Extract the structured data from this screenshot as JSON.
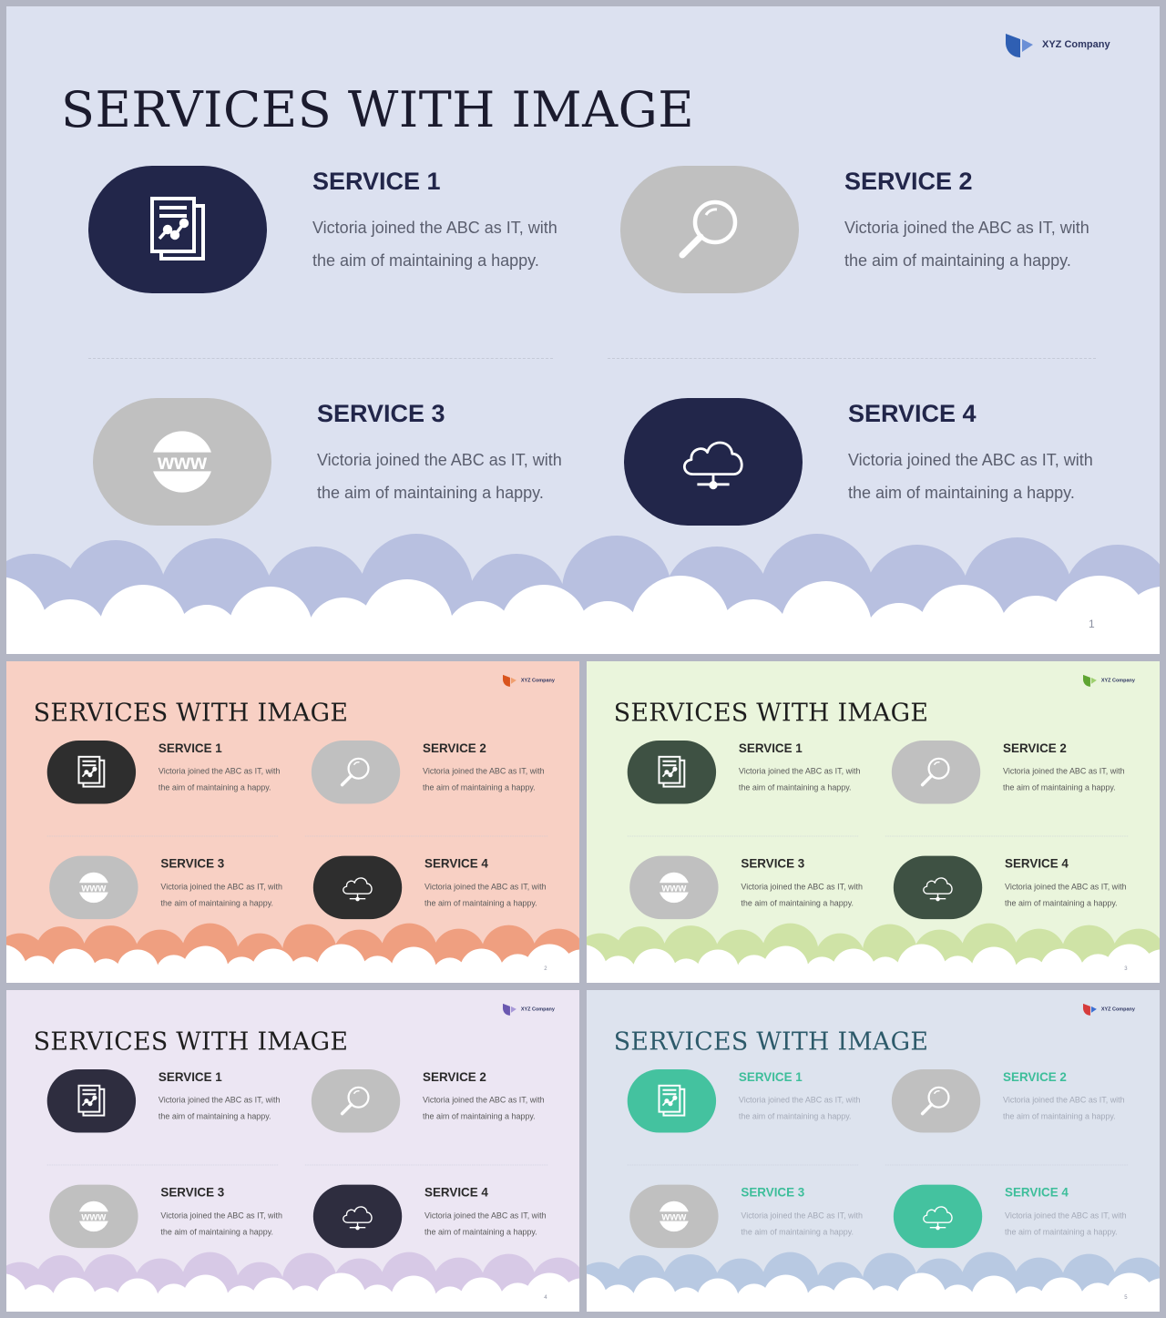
{
  "title": "SERVICES WITH IMAGE",
  "logo_text": "XYZ Company",
  "services": [
    {
      "title": "SERVICE 1",
      "desc": "Victoria joined the ABC as IT, with the aim of maintaining a happy.",
      "icon": "report-chart-icon"
    },
    {
      "title": "SERVICE 2",
      "desc": "Victoria joined the ABC as IT, with the aim of maintaining a happy.",
      "icon": "magnifier-icon"
    },
    {
      "title": "SERVICE 3",
      "desc": "Victoria joined the ABC as IT, with the aim of maintaining a happy.",
      "icon": "www-globe-icon"
    },
    {
      "title": "SERVICE 4",
      "desc": "Victoria joined the ABC as IT, with the aim of maintaining a happy.",
      "icon": "cloud-network-icon"
    }
  ],
  "slides": [
    {
      "page": "1",
      "bg": "#dce1f0",
      "dark": "#22264a",
      "cloud": "#b8c0e0",
      "title_color": "#1b1b2e",
      "svc_title_color": "#22264a",
      "desc_color": "#5a5e6e",
      "logo_a": "#2f5fb3",
      "logo_b": "#6b8fd6"
    },
    {
      "page": "2",
      "bg": "#f8d0c4",
      "dark": "#2e2e2e",
      "cloud": "#ef9f80",
      "title_color": "#1e1e1e",
      "svc_title_color": "#2a2a2a",
      "desc_color": "#5a5a5a",
      "logo_a": "#d9541e",
      "logo_b": "#f0a070"
    },
    {
      "page": "3",
      "bg": "#eaf5dc",
      "dark": "#3e5143",
      "cloud": "#cfe3a6",
      "title_color": "#1e1e1e",
      "svc_title_color": "#2a2a2a",
      "desc_color": "#5a5a5a",
      "logo_a": "#5fa532",
      "logo_b": "#9fd070"
    },
    {
      "page": "4",
      "bg": "#ece6f3",
      "dark": "#2e2d3f",
      "cloud": "#d7c9e6",
      "title_color": "#1e1e1e",
      "svc_title_color": "#2a2a2a",
      "desc_color": "#5a5a5a",
      "logo_a": "#6a58b0",
      "logo_b": "#a899d8"
    },
    {
      "page": "5",
      "bg": "#dde3ee",
      "dark": "#44c29f",
      "cloud": "#b8c9e2",
      "title_color": "#2d5a6a",
      "svc_title_color": "#3dbe9a",
      "desc_color": "#a4aab8",
      "logo_a": "#d63c3c",
      "logo_b": "#3d6fd1"
    }
  ]
}
